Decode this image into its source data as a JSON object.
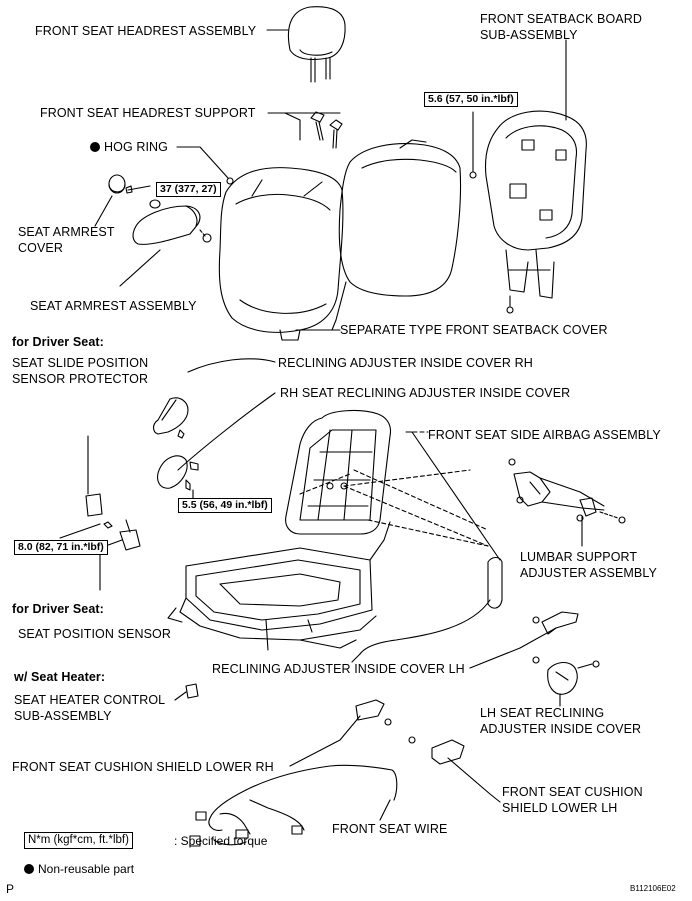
{
  "labels": {
    "headrest_assembly": "FRONT SEAT HEADREST ASSEMBLY",
    "seatback_board_1": "FRONT SEATBACK BOARD",
    "seatback_board_2": "SUB-ASSEMBLY",
    "headrest_support": "FRONT SEAT HEADREST SUPPORT",
    "hog_ring": "HOG RING",
    "armrest_cover_1": "SEAT ARMREST",
    "armrest_cover_2": "COVER",
    "armrest_assembly": "SEAT ARMREST ASSEMBLY",
    "separate_cover": "SEPARATE TYPE FRONT SEATBACK COVER",
    "driver_seat_1": "for Driver Seat:",
    "slide_sensor_1": "SEAT SLIDE POSITION",
    "slide_sensor_2": "SENSOR PROTECTOR",
    "recl_cover_rh": "RECLINING ADJUSTER INSIDE COVER RH",
    "rh_recl_cover": "RH SEAT RECLINING ADJUSTER INSIDE COVER",
    "airbag": "FRONT SEAT SIDE AIRBAG ASSEMBLY",
    "lumbar_1": "LUMBAR SUPPORT",
    "lumbar_2": "ADJUSTER ASSEMBLY",
    "driver_seat_2": "for Driver Seat:",
    "position_sensor": "SEAT POSITION SENSOR",
    "recl_cover_lh": "RECLINING ADJUSTER INSIDE COVER LH",
    "heater_label": "w/ Seat Heater:",
    "heater_ctrl_1": "SEAT HEATER CONTROL",
    "heater_ctrl_2": "SUB-ASSEMBLY",
    "lh_recl_1": "LH SEAT RECLINING",
    "lh_recl_2": "ADJUSTER INSIDE COVER",
    "shield_rh": "FRONT SEAT CUSHION SHIELD LOWER RH",
    "shield_lh_1": "FRONT SEAT CUSHION",
    "shield_lh_2": "SHIELD LOWER LH",
    "seat_wire": "FRONT SEAT WIRE"
  },
  "torques": {
    "t1": "5.6 (57, 50 in.*lbf)",
    "t2": "37 (377, 27)",
    "t3": "5.5 (56, 49 in.*lbf)",
    "t4": "8.0 (82, 71 in.*lbf)"
  },
  "legend": {
    "unit_box": "N*m (kgf*cm, ft.*lbf)",
    "unit_text": ": Specified torque",
    "nonreusable": "Non-reusable part"
  },
  "footer": {
    "corner_left": "P",
    "figure_id": "B112106E02"
  },
  "icons": {
    "nonreusable": "filled-circle-icon"
  }
}
